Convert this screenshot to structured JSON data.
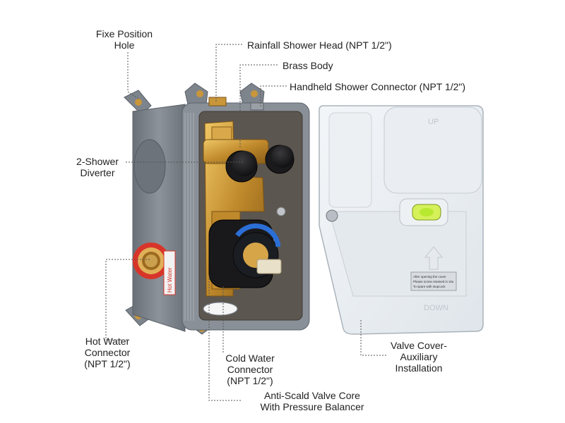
{
  "labels": {
    "fixed_hole": [
      "Fixe Position",
      "Hole"
    ],
    "rainfall": "Rainfall Shower Head (NPT 1/2\")",
    "brass_body": "Brass Body",
    "handheld": "Handheld Shower Connector (NPT 1/2\")",
    "diverter": [
      "2-Shower",
      "Diverter"
    ],
    "hot_water": [
      "Hot Water",
      "Connector",
      "(NPT 1/2\")"
    ],
    "cold_water": [
      "Cold Water",
      "Connector",
      "(NPT 1/2\")"
    ],
    "anti_scald": [
      "Anti-Scald Valve Core",
      "With Pressure Balancer"
    ],
    "valve_cover": [
      "Valve Cover-",
      "Auxiliary",
      "Installation"
    ]
  },
  "product_text": {
    "hot_water_tag": "Hot Water",
    "cover_up": "UP",
    "cover_down": "DOWN",
    "cover_sticker": [
      "After opening the cover",
      "Please screw retained in situ",
      "To spare with stopcock"
    ]
  },
  "colors": {
    "housing": "#7a8088",
    "brass": "#c9963a",
    "leader": "#555555",
    "level_bubble": "#b8e830",
    "hot_ring": "#d8352a"
  }
}
